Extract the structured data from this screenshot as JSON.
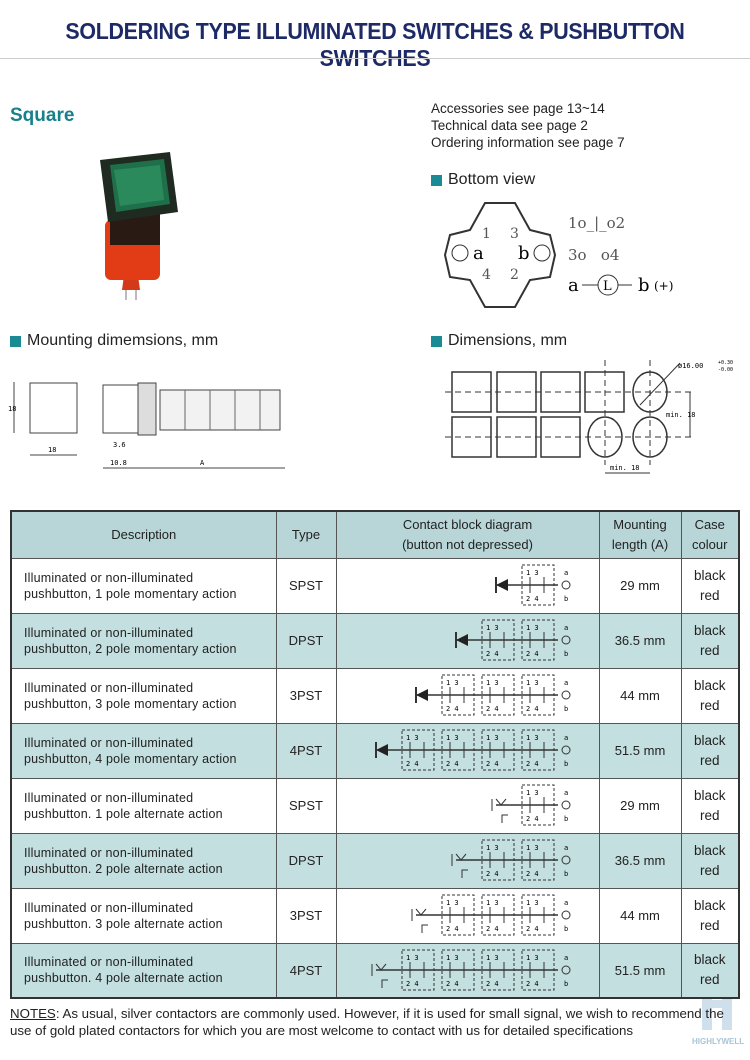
{
  "title": "SOLDERING TYPE ILLUMINATED SWITCHES & PUSHBUTTON SWITCHES",
  "section": "Square",
  "references": [
    "Accessories see page 13~14",
    "Technical data see page 2",
    "Ordering information see page 7"
  ],
  "bottom_view": {
    "heading": "Bottom view",
    "pins": [
      "1",
      "3",
      "4",
      "2"
    ],
    "left_label": "a",
    "right_label": "b",
    "schema": {
      "row1": "1o_|_o2",
      "row2": "3o   o4",
      "row3_a": "a",
      "lamp": "L",
      "row3_b": "b",
      "plus": "(+)"
    }
  },
  "mounting": {
    "heading": "Mounting dimemsions, mm",
    "dims": [
      "18",
      "18",
      "3.6",
      "10.8",
      "A"
    ]
  },
  "dimensions": {
    "heading": "Dimensions, mm",
    "diameter": "ø16.00",
    "tol_plus": "+0.30",
    "tol_minus": "-0.00",
    "min_v": "min. 18",
    "min_h": "min. 18"
  },
  "table": {
    "headers": {
      "description": "Description",
      "type": "Type",
      "diagram_1": "Contact block diagram",
      "diagram_2": "(button not depressed)",
      "mount_1": "Mounting",
      "mount_2": "length (A)",
      "case_1": "Case",
      "case_2": "colour"
    },
    "rows": [
      {
        "desc1": "Illuminated or non-illuminated",
        "desc2": "pushbutton, 1 pole momentary action",
        "type": "SPST",
        "poles": 1,
        "action": "momentary",
        "length": "29 mm",
        "c1": "black",
        "c2": "red"
      },
      {
        "desc1": "Illuminated or non-illuminated",
        "desc2": "pushbutton, 2 pole momentary action",
        "type": "DPST",
        "poles": 2,
        "action": "momentary",
        "length": "36.5 mm",
        "c1": "black",
        "c2": "red"
      },
      {
        "desc1": "Illuminated or non-illuminated",
        "desc2": "pushbutton, 3 pole momentary action",
        "type": "3PST",
        "poles": 3,
        "action": "momentary",
        "length": "44 mm",
        "c1": "black",
        "c2": "red"
      },
      {
        "desc1": "Illuminated or non-illuminated",
        "desc2": "pushbutton, 4 pole momentary action",
        "type": "4PST",
        "poles": 4,
        "action": "momentary",
        "length": "51.5 mm",
        "c1": "black",
        "c2": "red"
      },
      {
        "desc1": "Illuminated or non-illuminated",
        "desc2": "pushbutton. 1 pole alternate action",
        "type": "SPST",
        "poles": 1,
        "action": "alternate",
        "length": "29 mm",
        "c1": "black",
        "c2": "red"
      },
      {
        "desc1": "Illuminated or non-illuminated",
        "desc2": "pushbutton. 2 pole alternate action",
        "type": "DPST",
        "poles": 2,
        "action": "alternate",
        "length": "36.5 mm",
        "c1": "black",
        "c2": "red"
      },
      {
        "desc1": "Illuminated or non-illuminated",
        "desc2": "pushbutton. 3 pole alternate action",
        "type": "3PST",
        "poles": 3,
        "action": "alternate",
        "length": "44 mm",
        "c1": "black",
        "c2": "red"
      },
      {
        "desc1": "Illuminated or non-illuminated",
        "desc2": "pushbutton. 4 pole alternate action",
        "type": "4PST",
        "poles": 4,
        "action": "alternate",
        "length": "51.5 mm",
        "c1": "black",
        "c2": "red"
      }
    ]
  },
  "notes_label": "NOTES",
  "notes": ": As usual, silver contactors are commonly used. However, if it is used for small signal, we wish to recommend the use of gold plated contactors for which you are most welcome to contact with us for detailed specifications",
  "logo": "HIGHLYWELL",
  "colors": {
    "title": "#1d2a66",
    "accent": "#1a8a94",
    "table_header": "#b8d6d8",
    "table_alt": "#c3dfe0"
  }
}
